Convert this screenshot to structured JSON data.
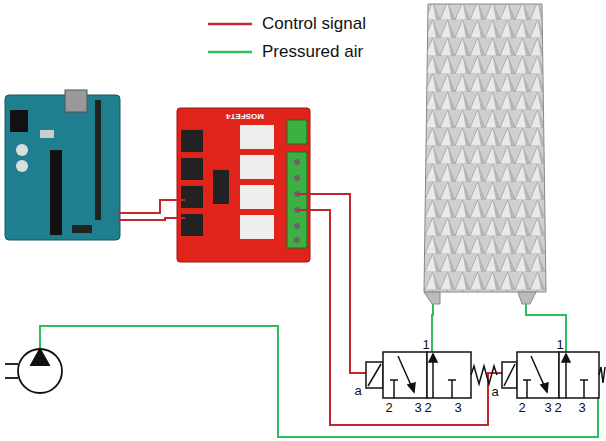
{
  "diagram": {
    "labels": [
      "MOSFET4",
      "1",
      "a",
      "2",
      "3",
      "2",
      "3",
      "1",
      "a",
      "2",
      "3",
      "2",
      "3"
    ],
    "legend": [
      {
        "text": "Control signal"
      },
      {
        "text": "Pressured air"
      }
    ]
  }
}
